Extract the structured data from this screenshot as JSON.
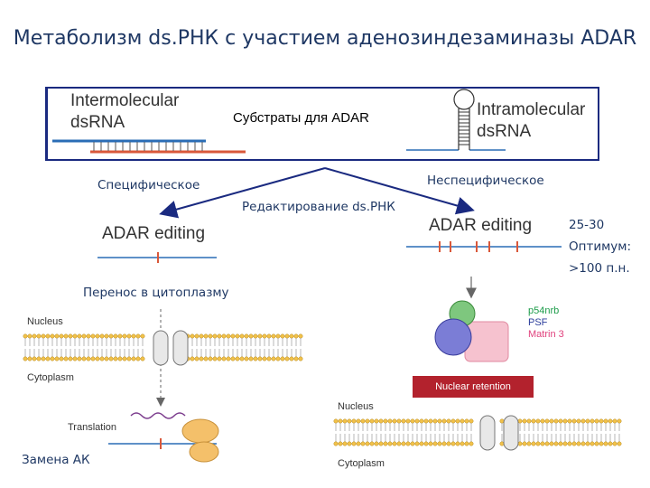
{
  "title": "Метаболизм ds.РНК с участием аденозиндезаминазы ADAR",
  "substrates": {
    "label": "Субстраты для ADAR",
    "intermolecular": "Intermolecular dsRNA",
    "intramolecular": "Intramolecular dsRNA"
  },
  "branches": {
    "specific": "Специфическое",
    "nonspecific": "Неспецифическое",
    "editing": "Редактирование ds.РНК",
    "size_note": [
      "25-30",
      "Оптимум:",
      ">100 п.н."
    ]
  },
  "adar_editing": "ADAR editing",
  "left_path": {
    "transfer": "Перенос в цитоплазму",
    "nucleus": "Nucleus",
    "cytoplasm": "Cytoplasm",
    "translation": "Translation",
    "aa_change": "Замена АК"
  },
  "right_path": {
    "proteins": [
      "p54nrb",
      "PSF",
      "Matrin 3"
    ],
    "retention": "Nuclear retention",
    "nucleus": "Nucleus",
    "cytoplasm": "Cytoplasm"
  },
  "colors": {
    "title": "#1f3864",
    "box_border": "#1a2a80",
    "rna_blue": "#2a6db5",
    "rna_red": "#d9583a",
    "retention_bg": "#b3222d",
    "protein_green": "#1d9c4a",
    "protein_blue": "#2c3e9c",
    "protein_pink": "#e0407c"
  }
}
